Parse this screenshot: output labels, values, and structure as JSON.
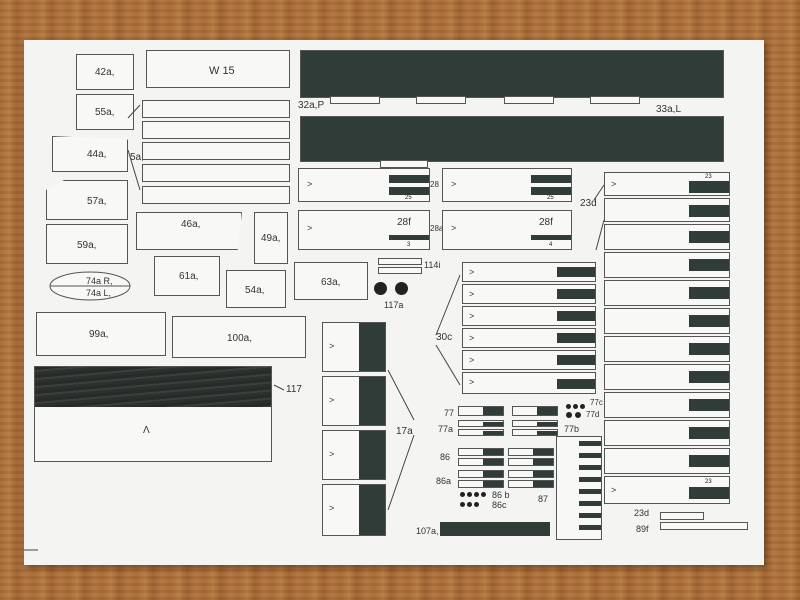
{
  "labels": {
    "p42": "42a,",
    "p55": "55a,",
    "p44": "44a,",
    "p5": "5a,",
    "p57": "57a,",
    "p59": "59a,",
    "p46": "46a,",
    "p49": "49a,",
    "p61": "61a,",
    "p54": "54a,",
    "p63": "63a,",
    "p74r": "74a R,",
    "p74l": "74a L,",
    "p99": "99a,",
    "p100": "100a,",
    "p117": "117",
    "p117a": "117a",
    "p114": "114i",
    "w15": "W 15",
    "p32": "32a,P",
    "p33": "33a,L",
    "p28f1": "28f",
    "p28f2": "28f",
    "p28": "28",
    "p28a": "28a",
    "p30c": "30c",
    "p17a": "17a",
    "p23d_top": "23d",
    "p23d_bot": "23d",
    "p77": "77",
    "p77a": "77a",
    "p77b": "77b",
    "p77c": "77c",
    "p77d": "77d",
    "p86": "86",
    "p86a": "86a",
    "p86b": "86 b",
    "p86c": "86c",
    "p87": "87",
    "p89f": "89f",
    "p107": "107a,",
    "n23a": "23",
    "n23b": "23",
    "n25a": "25",
    "n25b": "25",
    "n3": "3",
    "n4": "4",
    "arrowA": "Λ"
  }
}
